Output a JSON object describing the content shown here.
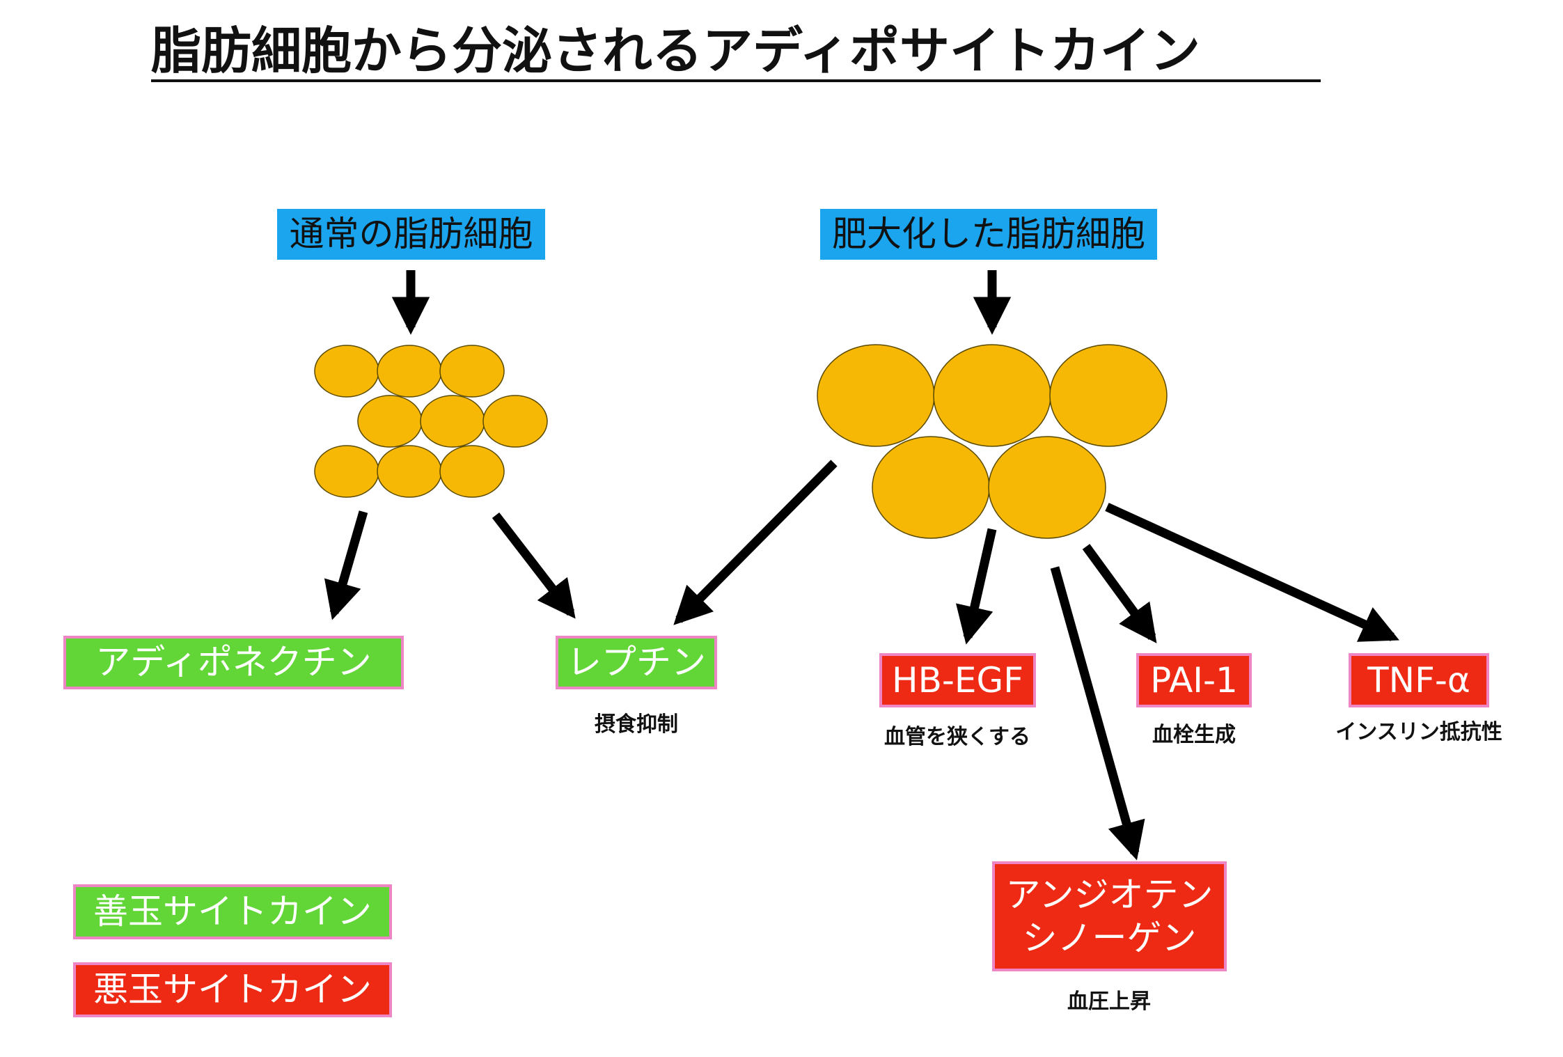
{
  "title": "脂肪細胞から分泌されるアディポサイトカイン",
  "sources": {
    "normal": "通常の脂肪細胞",
    "hypertrophic": "肥大化した脂肪細胞"
  },
  "cytokines": {
    "adiponectin": {
      "label": "アディポネクチン"
    },
    "leptin": {
      "label": "レプチン",
      "effect": "摂食抑制"
    },
    "hb_egf": {
      "label": "HB-EGF",
      "effect": "血管を狭くする"
    },
    "pai1": {
      "label": "PAI-1",
      "effect": "血栓生成"
    },
    "tnf": {
      "label": "TNF-α",
      "effect": "インスリン抵抗性"
    },
    "angiotensinogen": {
      "label_line1": "アンジオテン",
      "label_line2": "シノーゲン",
      "effect": "血圧上昇"
    }
  },
  "legend": {
    "good": "善玉サイトカイン",
    "bad": "悪玉サイトカイン"
  },
  "colors": {
    "cell_fill": "#f7b805",
    "source_box": "#1aa5ee",
    "good": "#62d637",
    "bad": "#ee2a14",
    "box_border": "#ee86c6"
  }
}
